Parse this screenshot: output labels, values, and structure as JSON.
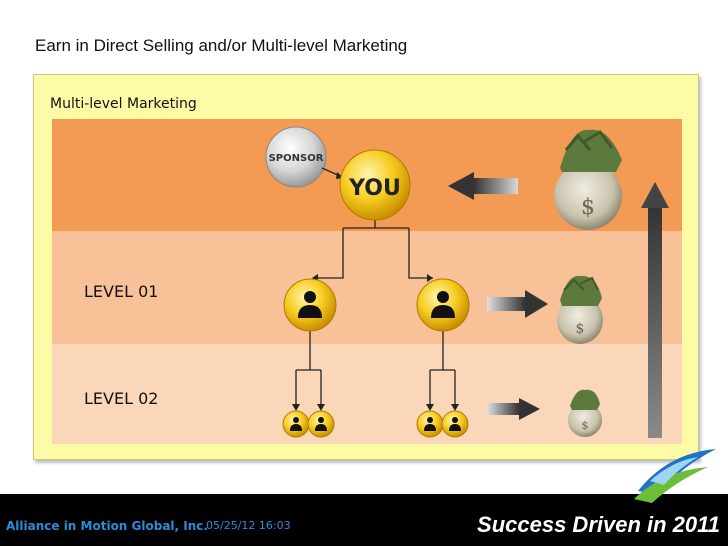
{
  "slide": {
    "title": "Earn in Direct Selling and/or Multi-level Marketing",
    "panel_label": "Multi-level Marketing"
  },
  "diagram": {
    "sponsor_label": "SPONSOR",
    "you_label": "YOU",
    "levels": [
      "LEVEL 01",
      "LEVEL 02"
    ],
    "money_symbol": "$",
    "colors": {
      "band_top": "#f39a55",
      "band_mid": "#f8c197",
      "band_low": "#fbd7b9",
      "panel": "#fdfba5",
      "node_gold": "#f5c518"
    }
  },
  "footer": {
    "company": "Alliance in Motion Global, Inc.",
    "date": "05/25/12 16:03",
    "slogan": "Success Driven in 2011"
  }
}
